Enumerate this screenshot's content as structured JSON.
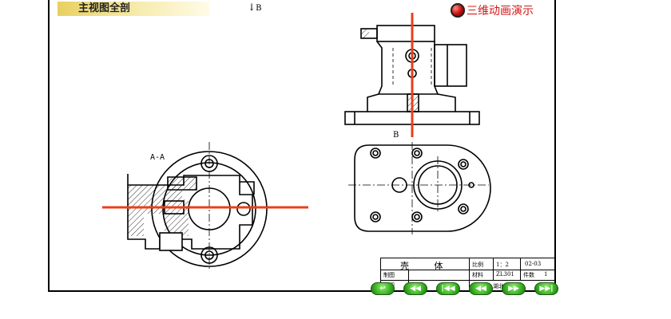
{
  "header": {
    "view_title": "主视图全剖",
    "section_marker": "B",
    "demo_label": "三维动画演示"
  },
  "drawing": {
    "section_label": "A-A",
    "view_label_b": "B",
    "accent_color": "#e8401c"
  },
  "title_block": {
    "part_name": "壳 体",
    "scale_label": "比例",
    "scale_value": "1：2",
    "drawing_no": "02-03",
    "drafted_label": "制图",
    "reviewed_label": "审阅",
    "material_label": "材料",
    "material_value": "ZL301",
    "quantity_label": "件数",
    "quantity_value": "1",
    "organization": "湖北工业大"
  },
  "nav": [
    {
      "name": "back-icon",
      "glyph": "↩"
    },
    {
      "name": "rewind-icon",
      "glyph": "◀◀"
    },
    {
      "name": "first-icon",
      "glyph": "|◀◀"
    },
    {
      "name": "prev-icon",
      "glyph": "◀◀"
    },
    {
      "name": "next-icon",
      "glyph": "▶▶"
    },
    {
      "name": "last-icon",
      "glyph": "▶▶|"
    }
  ]
}
